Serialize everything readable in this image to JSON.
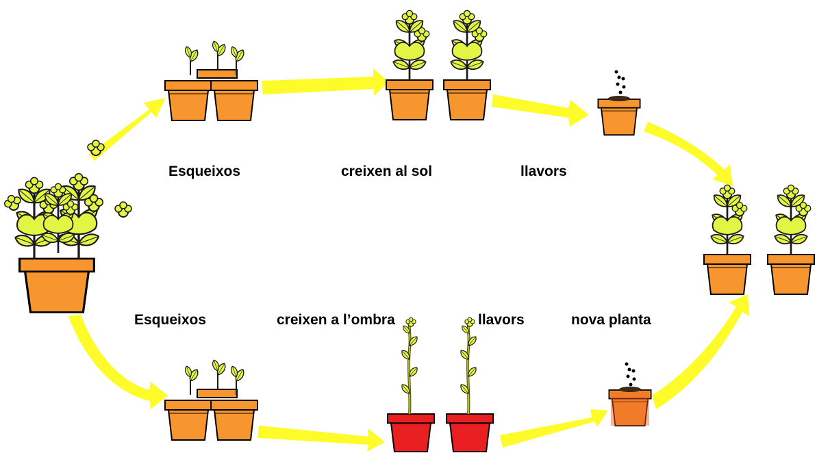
{
  "labels": {
    "top_cuttings": "Esqueixos",
    "top_sun": "creixen al sol",
    "top_seeds": "llavors",
    "bottom_cuttings": "Esqueixos",
    "bottom_shade": "creixen a l’ombra",
    "bottom_seeds": "llavors",
    "new_plant": "nova planta"
  },
  "colors": {
    "arrow": "#fdfc2a",
    "pot": "#f7962f",
    "pot_red": "#ea1f22",
    "leaf": "#e2f544",
    "leaf_outline": "#1a1a1a",
    "stem": "#7a7a10"
  }
}
